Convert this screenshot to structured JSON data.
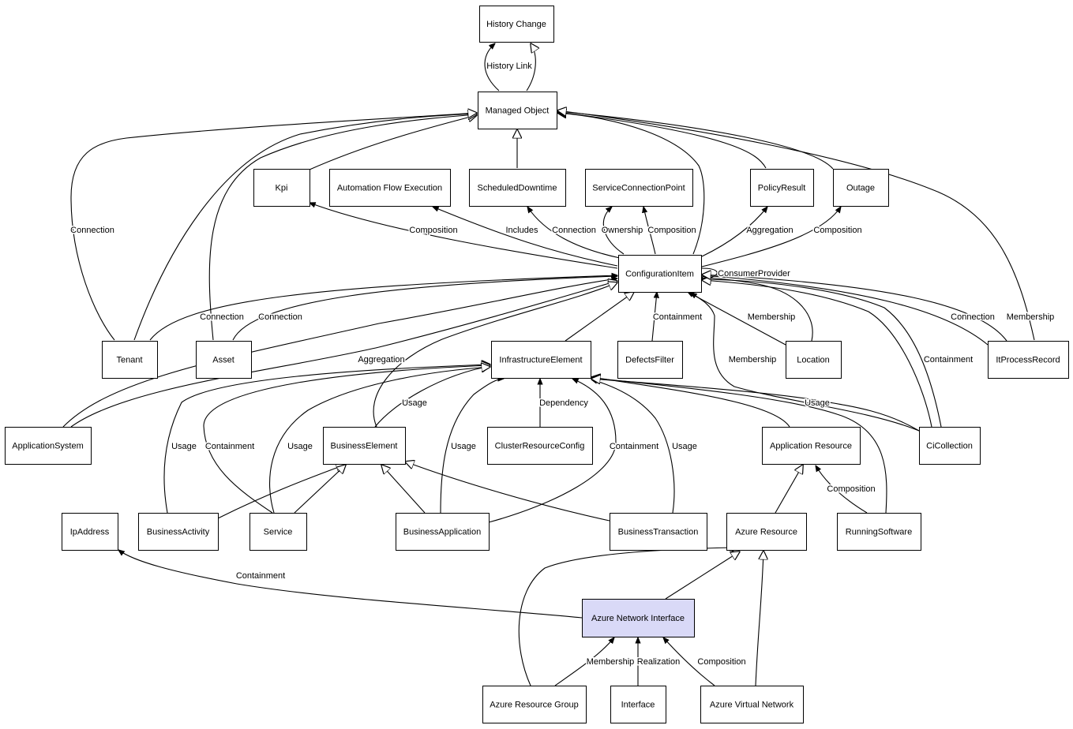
{
  "diagram": {
    "nodes": [
      {
        "id": "history_change",
        "label": "History Change"
      },
      {
        "id": "managed_object",
        "label": "Managed Object"
      },
      {
        "id": "kpi",
        "label": "Kpi"
      },
      {
        "id": "automation_flow",
        "label": "Automation Flow Execution"
      },
      {
        "id": "scheduled_downtime",
        "label": "ScheduledDowntime"
      },
      {
        "id": "service_connection_point",
        "label": "ServiceConnectionPoint"
      },
      {
        "id": "policy_result",
        "label": "PolicyResult"
      },
      {
        "id": "outage",
        "label": "Outage"
      },
      {
        "id": "configuration_item",
        "label": "ConfigurationItem"
      },
      {
        "id": "tenant",
        "label": "Tenant"
      },
      {
        "id": "asset",
        "label": "Asset"
      },
      {
        "id": "infrastructure_element",
        "label": "InfrastructureElement"
      },
      {
        "id": "defects_filter",
        "label": "DefectsFilter"
      },
      {
        "id": "location",
        "label": "Location"
      },
      {
        "id": "itprocess_record",
        "label": "ItProcessRecord"
      },
      {
        "id": "application_system",
        "label": "ApplicationSystem"
      },
      {
        "id": "business_element",
        "label": "BusinessElement"
      },
      {
        "id": "cluster_resource_config",
        "label": "ClusterResourceConfig"
      },
      {
        "id": "application_resource",
        "label": "Application Resource"
      },
      {
        "id": "ci_collection",
        "label": "CiCollection"
      },
      {
        "id": "ip_address",
        "label": "IpAddress"
      },
      {
        "id": "business_activity",
        "label": "BusinessActivity"
      },
      {
        "id": "service",
        "label": "Service"
      },
      {
        "id": "business_application",
        "label": "BusinessApplication"
      },
      {
        "id": "business_transaction",
        "label": "BusinessTransaction"
      },
      {
        "id": "azure_resource",
        "label": "Azure Resource"
      },
      {
        "id": "running_software",
        "label": "RunningSoftware"
      },
      {
        "id": "azure_network_interface",
        "label": "Azure Network Interface",
        "highlight": true
      },
      {
        "id": "azure_resource_group",
        "label": "Azure Resource Group"
      },
      {
        "id": "interface",
        "label": "Interface"
      },
      {
        "id": "azure_virtual_network",
        "label": "Azure Virtual Network"
      }
    ],
    "edges": [
      {
        "id": "e_history_link",
        "label": "History Link"
      },
      {
        "id": "e_hc_inh"
      },
      {
        "id": "e_sd_inh"
      },
      {
        "id": "e_kpi_inh"
      },
      {
        "id": "e_ci_inh"
      },
      {
        "id": "e_pr_inh"
      },
      {
        "id": "e_outage_inh"
      },
      {
        "id": "e_itp_inh"
      },
      {
        "id": "e_tenant_inh"
      },
      {
        "id": "e_asset_inh"
      },
      {
        "id": "e_tenant_conn_mo",
        "label": "Connection"
      },
      {
        "id": "e_ci_kpi",
        "label": "Composition"
      },
      {
        "id": "e_ci_afe",
        "label": "Includes"
      },
      {
        "id": "e_ci_sd",
        "label": "Connection"
      },
      {
        "id": "e_ci_scp_own",
        "label": "Ownership"
      },
      {
        "id": "e_ci_scp_comp",
        "label": "Composition"
      },
      {
        "id": "e_ci_pr",
        "label": "Aggregation"
      },
      {
        "id": "e_ci_outage",
        "label": "Composition"
      },
      {
        "id": "e_ci_self",
        "label": "ConsumerProvider"
      },
      {
        "id": "e_tenant_ci",
        "label": "Connection"
      },
      {
        "id": "e_asset_ci",
        "label": "Connection"
      },
      {
        "id": "e_appsys_agg",
        "label": "Aggregation"
      },
      {
        "id": "e_appsys_inh"
      },
      {
        "id": "e_be_ci_inh"
      },
      {
        "id": "e_ie_ci_inh"
      },
      {
        "id": "e_df_ci",
        "label": "Containment"
      },
      {
        "id": "e_loc_ci",
        "label": "Membership"
      },
      {
        "id": "e_loc_inh"
      },
      {
        "id": "e_cic_ci_mem",
        "label": "Membership"
      },
      {
        "id": "e_cic_ci_cont",
        "label": "Containment"
      },
      {
        "id": "e_cic_inh"
      },
      {
        "id": "e_itp_ci_conn",
        "label": "Connection"
      },
      {
        "id": "e_itp_ci_mem",
        "label": "Membership"
      },
      {
        "id": "e_be_ie",
        "label": "Usage"
      },
      {
        "id": "e_ba_ie",
        "label": "Usage"
      },
      {
        "id": "e_svc_ie_cont",
        "label": "Containment"
      },
      {
        "id": "e_svc_ie_usage",
        "label": "Usage"
      },
      {
        "id": "e_bapp_ie",
        "label": "Usage"
      },
      {
        "id": "e_crc_ie",
        "label": "Dependency"
      },
      {
        "id": "e_bapp_ie_cont",
        "label": "Containment"
      },
      {
        "id": "e_bt_ie",
        "label": "Usage"
      },
      {
        "id": "e_ar_ie"
      },
      {
        "id": "e_rs_ie"
      },
      {
        "id": "e_cic_ie",
        "label": "Usage"
      },
      {
        "id": "e_bact_be"
      },
      {
        "id": "e_svc_be"
      },
      {
        "id": "e_bapp_be"
      },
      {
        "id": "e_bt_be"
      },
      {
        "id": "e_azr_ar"
      },
      {
        "id": "e_rs_ar",
        "label": "Composition"
      },
      {
        "id": "e_ani_azr"
      },
      {
        "id": "e_arg_azr"
      },
      {
        "id": "e_avn_azr"
      },
      {
        "id": "e_ani_ip",
        "label": "Containment"
      },
      {
        "id": "e_arg_ani",
        "label": "Membership"
      },
      {
        "id": "e_if_ani",
        "label": "Realization"
      },
      {
        "id": "e_avn_ani",
        "label": "Composition"
      }
    ]
  }
}
